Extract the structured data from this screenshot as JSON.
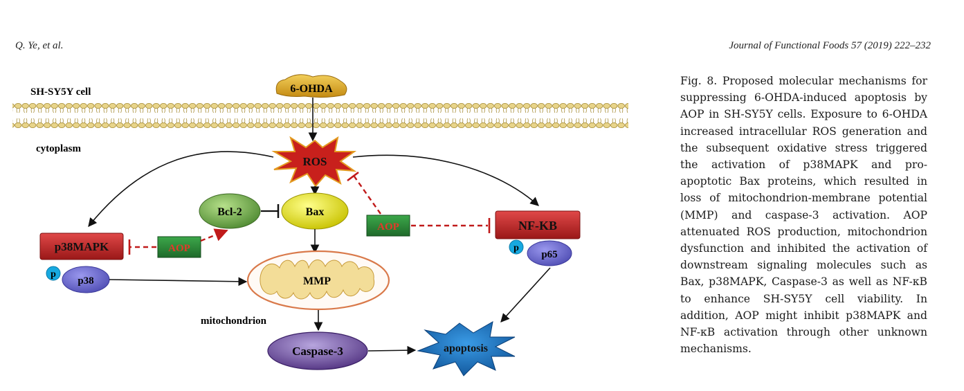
{
  "header": {
    "authors": "Q. Ye, et al.",
    "journal": "Journal of Functional Foods 57 (2019) 222–232"
  },
  "figure": {
    "cell_label": "SH-SY5Y cell",
    "cytoplasm_label": "cytoplasm",
    "mitochondrion_label": "mitochondrion",
    "nodes": {
      "ohda": "6-OHDA",
      "ros": "ROS",
      "bcl2": "Bcl-2",
      "bax": "Bax",
      "p38mapk": "p38MAPK",
      "aop_left": "AOP",
      "aop_right": "AOP",
      "nfkb": "NF-KB",
      "p_left": "p",
      "p38": "p38",
      "p_right": "p",
      "p65": "p65",
      "mmp": "MMP",
      "caspase3": "Caspase-3",
      "apoptosis": "apoptosis"
    },
    "colors": {
      "ros_fill": "#c8201c",
      "box_red": "#c02626",
      "aop_green": "#2f8a3a",
      "aop_text": "#e43a2a",
      "bcl2_green": "#6ea64a",
      "bax_yellow": "#e6e21e",
      "purple": "#6a68c8",
      "p_blue": "#17a9e0",
      "caspase": "#5e3d8e",
      "apoptosis": "#1a6fb8",
      "inhibit_dash": "#c01a1a"
    }
  },
  "caption": {
    "label": "Fig. 8.",
    "text": "Proposed molecular mechanisms for suppressing 6-OHDA-induced apoptosis by AOP in SH-SY5Y cells. Exposure to 6-OHDA increased intracellular ROS generation and the subsequent oxidative stress triggered the activation of p38MAPK and pro-apoptotic Bax proteins, which resulted in loss of mitochondrion-membrane potential (MMP) and caspase-3 activation. AOP attenuated ROS production, mitochondrion dysfunction and inhibited the activation of downstream signaling molecules such as Bax, p38MAPK, Caspase-3 as well as NF-κB to enhance SH-SY5Y cell viability. In addition, AOP might inhibit p38MAPK and NF-κB activation through other unknown mechanisms."
  }
}
